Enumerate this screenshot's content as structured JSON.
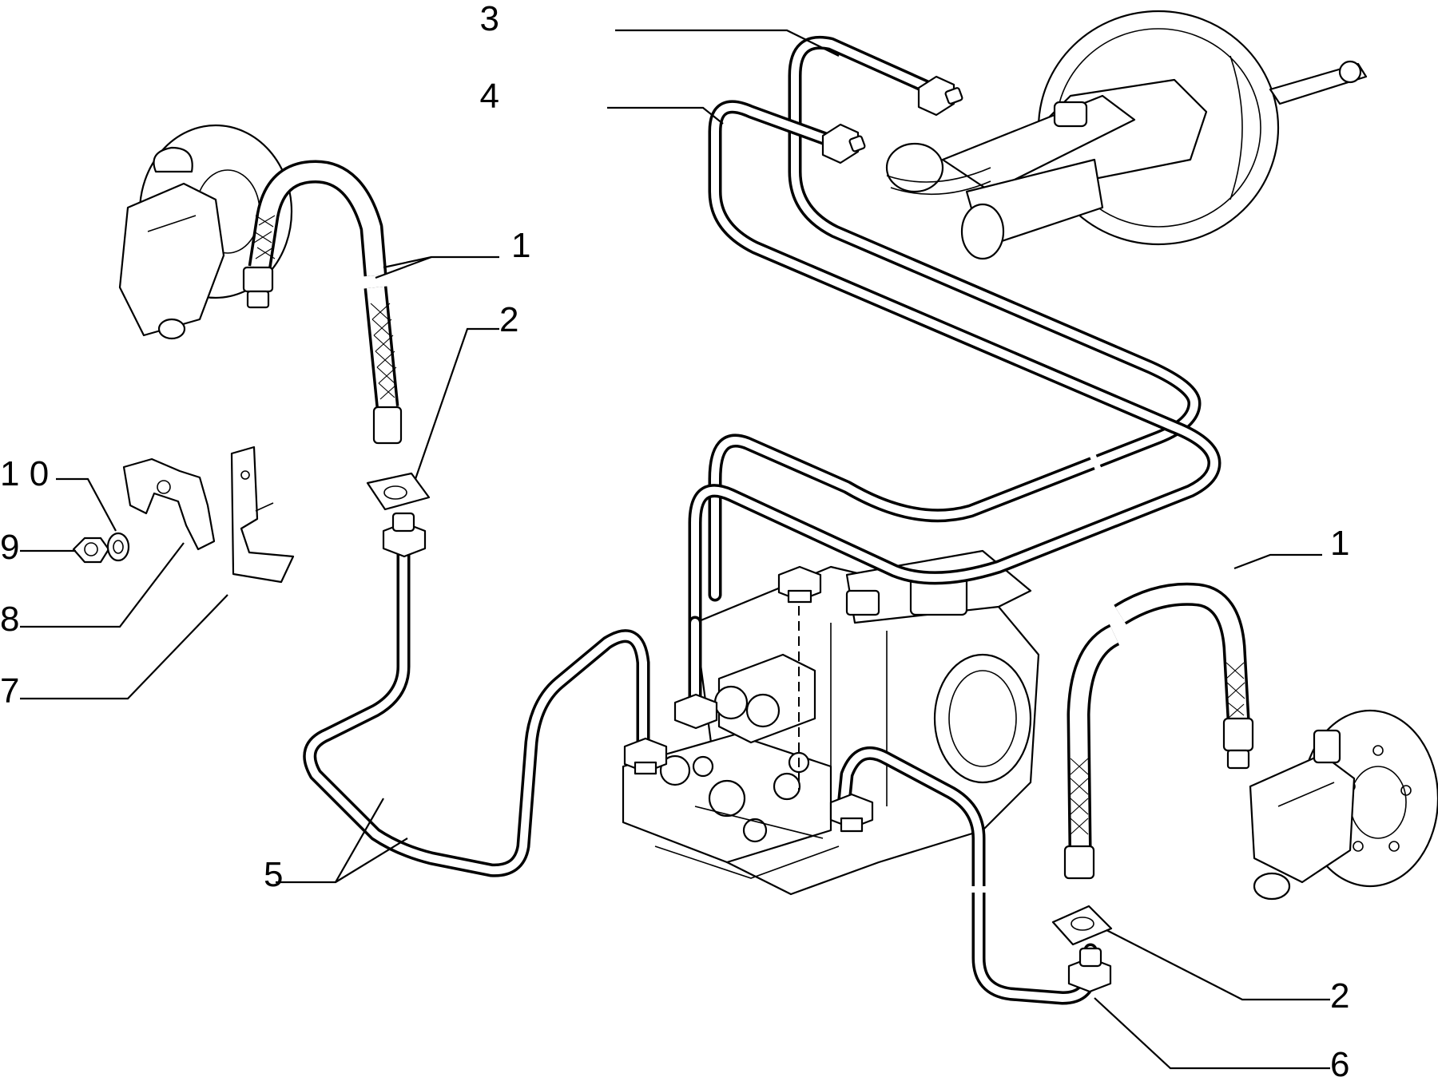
{
  "callouts": {
    "c1_top": "1",
    "c1_right": "1",
    "c2_top": "2",
    "c2_bottom": "2",
    "c3": "3",
    "c4": "4",
    "c5": "5",
    "c6": "6",
    "c7": "7",
    "c8": "8",
    "c9": "9",
    "c10": "1 0"
  }
}
